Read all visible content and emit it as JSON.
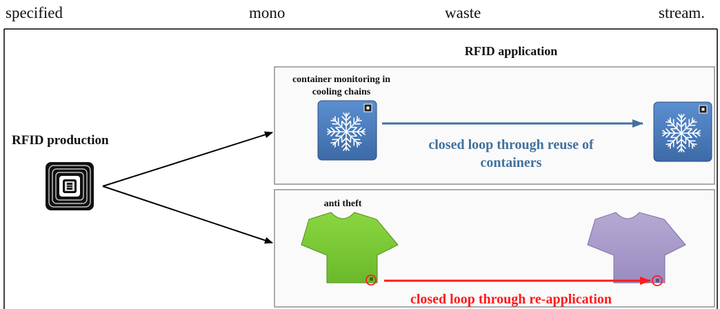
{
  "header_words": [
    "specified",
    "mono",
    "waste",
    "stream."
  ],
  "figure": {
    "rfid_application_title": "RFID application",
    "rfid_production_label": "RFID production",
    "top_panel": {
      "label_line1": "container monitoring in",
      "label_line2": "cooling chains",
      "loop_line1": "closed loop through reuse of",
      "loop_line2": "containers"
    },
    "bottom_panel": {
      "label": "anti theft",
      "loop_text": "closed loop through re-application"
    }
  },
  "colors": {
    "blue_tile": "#4f7fbd",
    "blue_text": "#41719c",
    "red": "#ff1a1a",
    "green_shirt": "#7ecb35",
    "purple_shirt": "#a99bc9"
  },
  "icons": [
    "rfid-chip-icon",
    "snowflake-icon",
    "tshirt-icon"
  ]
}
